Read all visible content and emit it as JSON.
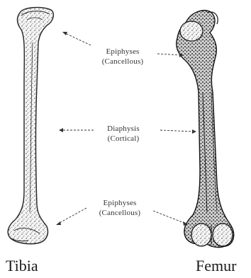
{
  "labels": {
    "epiphyses_top": {
      "line1": "Epiphyses",
      "line2": "(Cancellous)"
    },
    "diaphysis": {
      "line1": "Diaphysis",
      "line2": "(Cortical)"
    },
    "epiphyses_bottom": {
      "line1": "Epiphyses",
      "line2": "(Cancellous)"
    }
  },
  "captions": {
    "tibia": "Tibia",
    "femur": "Femur"
  }
}
